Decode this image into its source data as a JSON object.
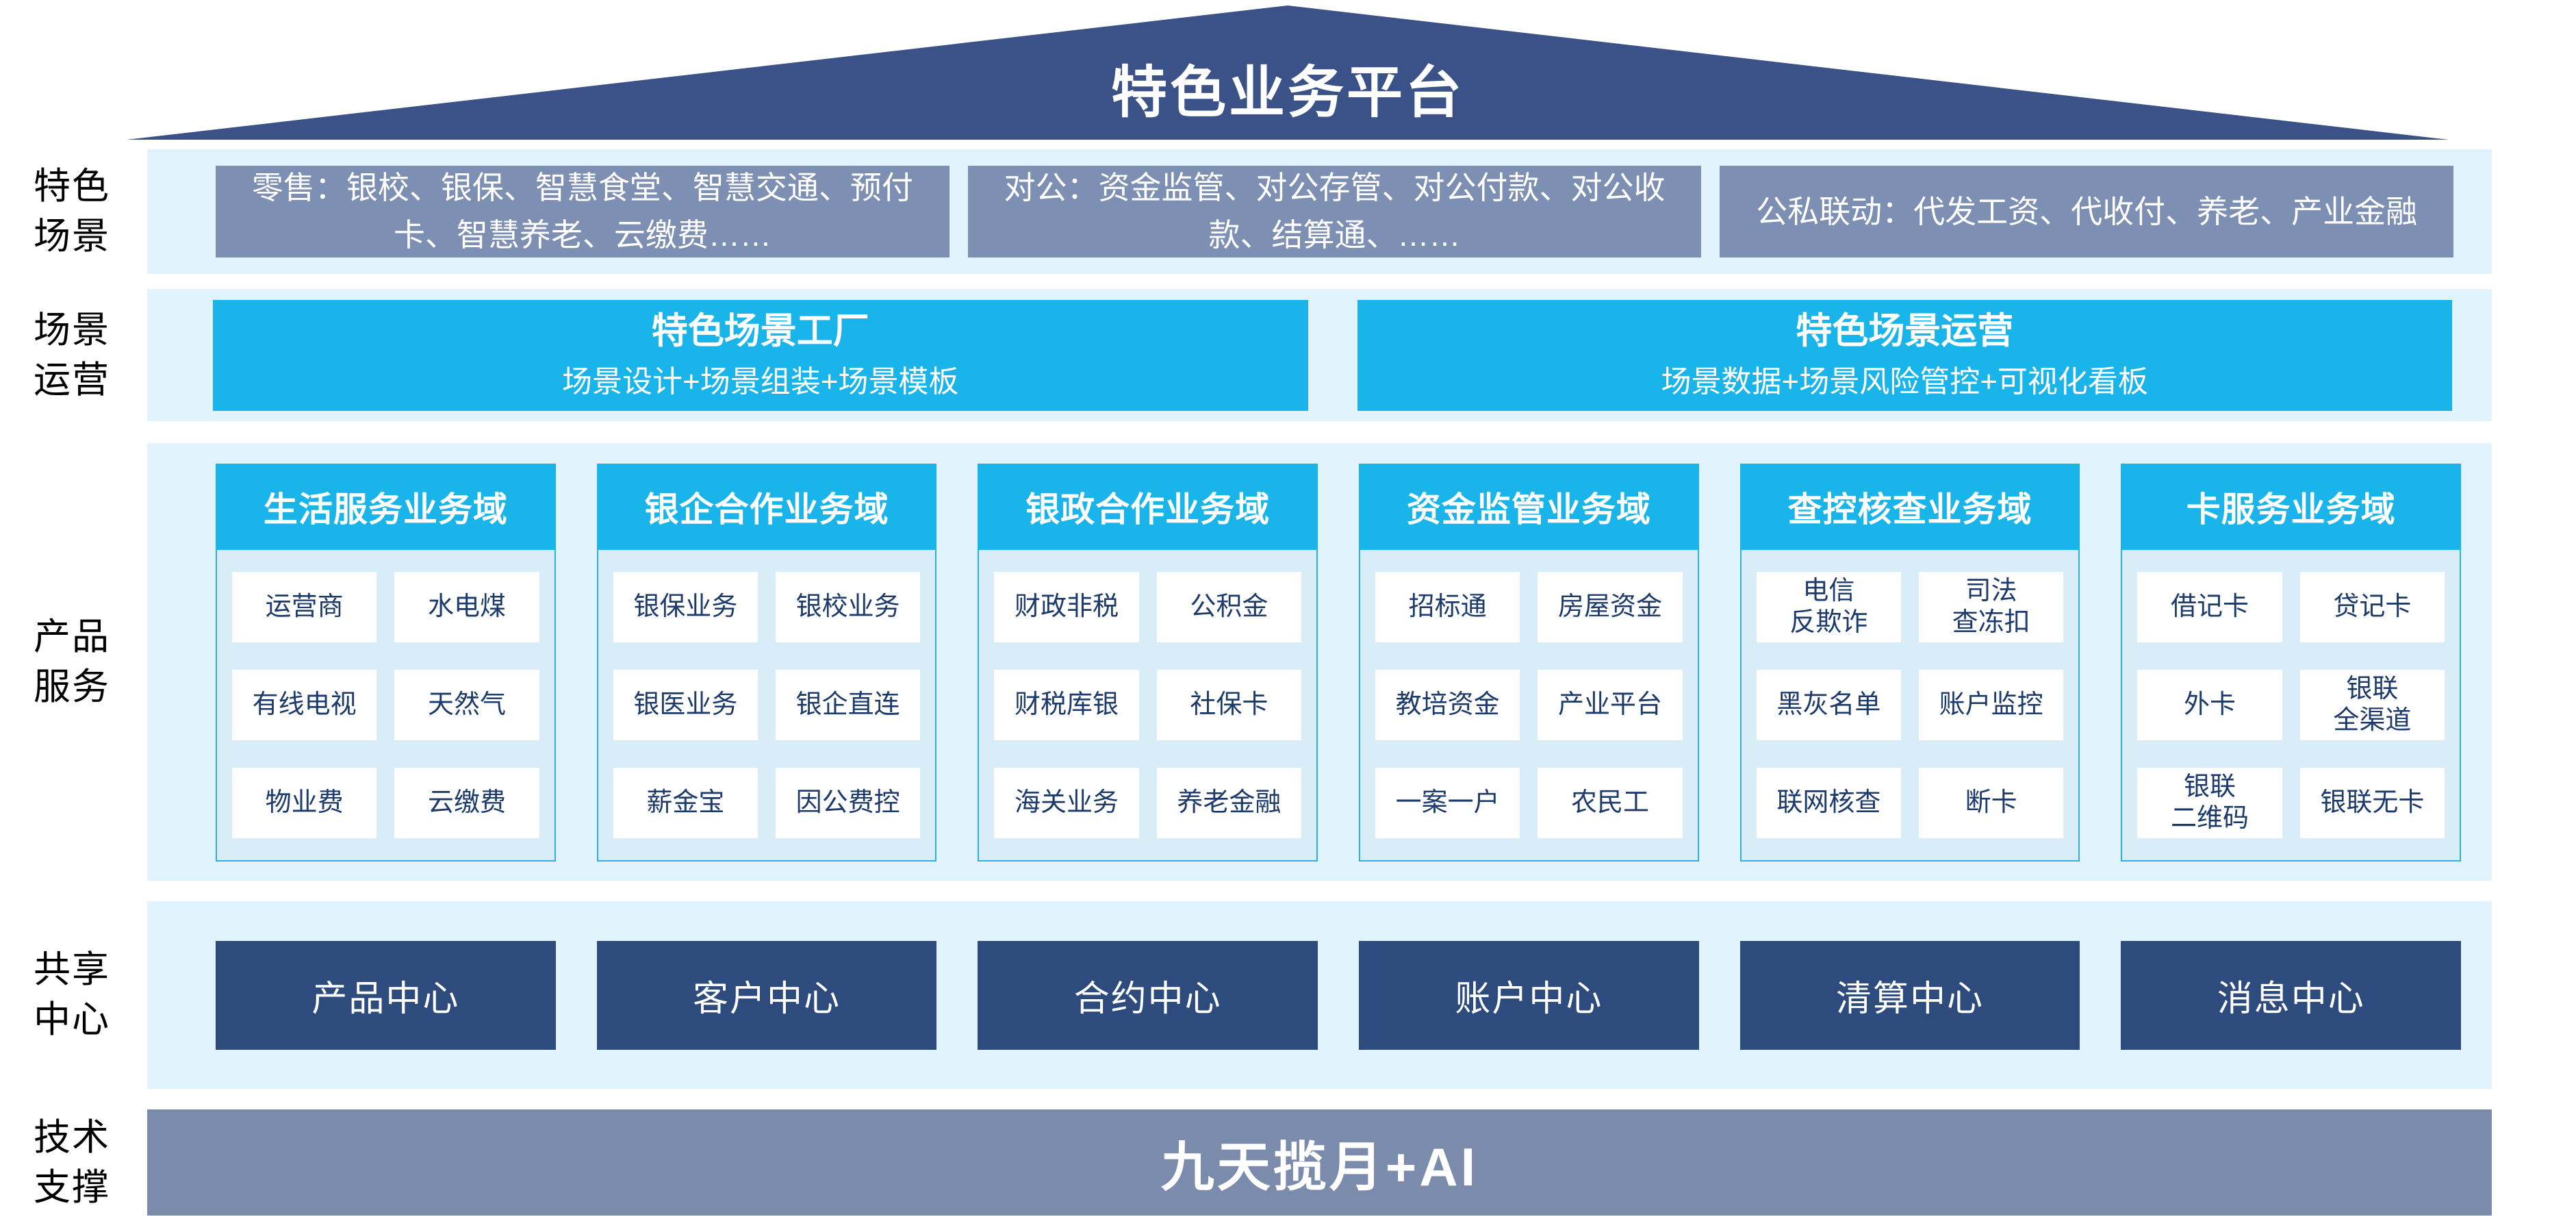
{
  "title": "特色业务平台",
  "side_labels": {
    "scenes": "特色\n场景",
    "operation": "场景\n运营",
    "products": "产品\n服务",
    "shared": "共享\n中心",
    "tech": "技术\n支撑"
  },
  "scenes": {
    "boxes": [
      "零售：银校、银保、智慧食堂、智慧交通、预付卡、智慧养老、云缴费……",
      "对公：资金监管、对公存管、对公付款、对公收款、结算通、……",
      "公私联动：代发工资、代收付、养老、产业金融"
    ]
  },
  "operation": {
    "boxes": [
      {
        "title": "特色场景工厂",
        "subtitle": "场景设计+场景组装+场景模板"
      },
      {
        "title": "特色场景运营",
        "subtitle": "场景数据+场景风险管控+可视化看板"
      }
    ]
  },
  "products": {
    "columns": [
      {
        "header": "生活服务业务域",
        "cells": [
          "运营商",
          "水电煤",
          "有线电视",
          "天然气",
          "物业费",
          "云缴费"
        ]
      },
      {
        "header": "银企合作业务域",
        "cells": [
          "银保业务",
          "银校业务",
          "银医业务",
          "银企直连",
          "薪金宝",
          "因公费控"
        ]
      },
      {
        "header": "银政合作业务域",
        "cells": [
          "财政非税",
          "公积金",
          "财税库银",
          "社保卡",
          "海关业务",
          "养老金融"
        ]
      },
      {
        "header": "资金监管业务域",
        "cells": [
          "招标通",
          "房屋资金",
          "教培资金",
          "产业平台",
          "一案一户",
          "农民工"
        ]
      },
      {
        "header": "查控核查业务域",
        "cells": [
          "电信\n反欺诈",
          "司法\n查冻扣",
          "黑灰名单",
          "账户监控",
          "联网核查",
          "断卡"
        ]
      },
      {
        "header": "卡服务业务域",
        "cells": [
          "借记卡",
          "贷记卡",
          "外卡",
          "银联\n全渠道",
          "银联\n二维码",
          "银联无卡"
        ]
      }
    ]
  },
  "shared": {
    "centers": [
      "产品中心",
      "客户中心",
      "合约中心",
      "账户中心",
      "清算中心",
      "消息中心"
    ]
  },
  "tech": {
    "bar": "九天揽月+AI"
  },
  "colors": {
    "roof_navy": "#3A5288",
    "scene_box_gray_blue": "#7D8FB2",
    "accent_cyan": "#19B4EA",
    "band_light_blue": "#E1F3FC",
    "column_body_blue": "#D9EDF9",
    "column_border": "#2FAFE3",
    "cell_text_navy": "#1C3A6B",
    "center_box_navy": "#2E4B7E",
    "tech_bar_gray_blue": "#7B8BAB"
  }
}
